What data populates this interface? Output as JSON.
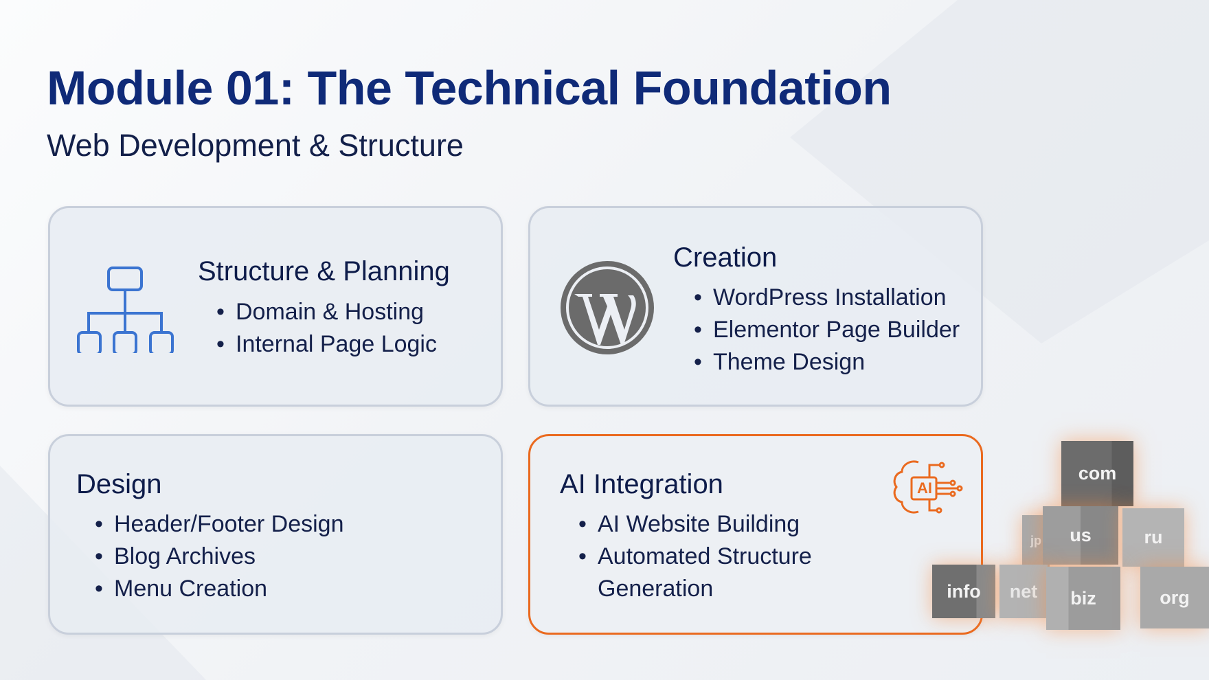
{
  "title": "Module 01: The Technical Foundation",
  "subtitle": "Web Development & Structure",
  "cards": [
    {
      "heading": "Structure & Planning",
      "icon": "sitemap-icon",
      "items": [
        "Domain & Hosting",
        "Internal Page Logic"
      ]
    },
    {
      "heading": "Creation",
      "icon": "wordpress-logo-icon",
      "items": [
        "WordPress Installation",
        "Elementor Page Builder",
        "Theme Design"
      ]
    },
    {
      "heading": "Design",
      "items": [
        "Header/Footer Design",
        "Blog Archives",
        "Menu Creation"
      ]
    },
    {
      "heading": "AI Integration",
      "icon": "ai-brain-chip-icon",
      "icon_text": "AI",
      "items": [
        "AI Website Building",
        "Automated Structure Generation"
      ]
    }
  ],
  "domain_cubes": [
    "com",
    "us",
    "ru",
    "info",
    "net",
    "biz",
    "org",
    "jp"
  ],
  "colors": {
    "title": "#0f2a78",
    "accent": "#ea6a1f",
    "icon_blue": "#3b74d1"
  }
}
